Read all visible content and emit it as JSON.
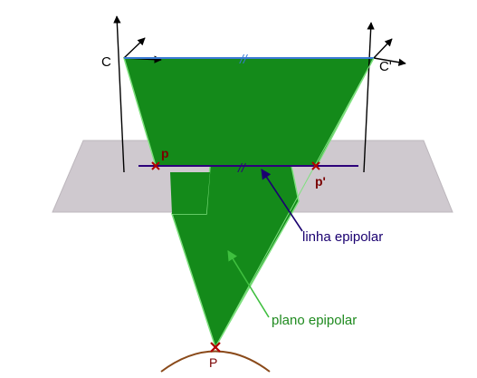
{
  "labels": {
    "camera_left": "C",
    "camera_right": "C'",
    "image_point_left": "p",
    "image_point_right": "p'",
    "world_point": "P",
    "epipolar_line": "linha epipolar",
    "epipolar_plane": "plano epipolar",
    "parallel_mark_baseline": "//",
    "parallel_mark_image_line": "//"
  },
  "colors": {
    "plane_fill": "#148a1a",
    "plane_edge": "#7ee07e",
    "image_plane": "#cfc9cf",
    "baseline": "#3a7bd5",
    "epipolar_line": "#2d007a",
    "label_dark_red": "#7a0000",
    "label_blue": "#1a0070",
    "label_green": "#1f8a1f",
    "curve": "#8a4a1a",
    "axes": "#000000"
  }
}
